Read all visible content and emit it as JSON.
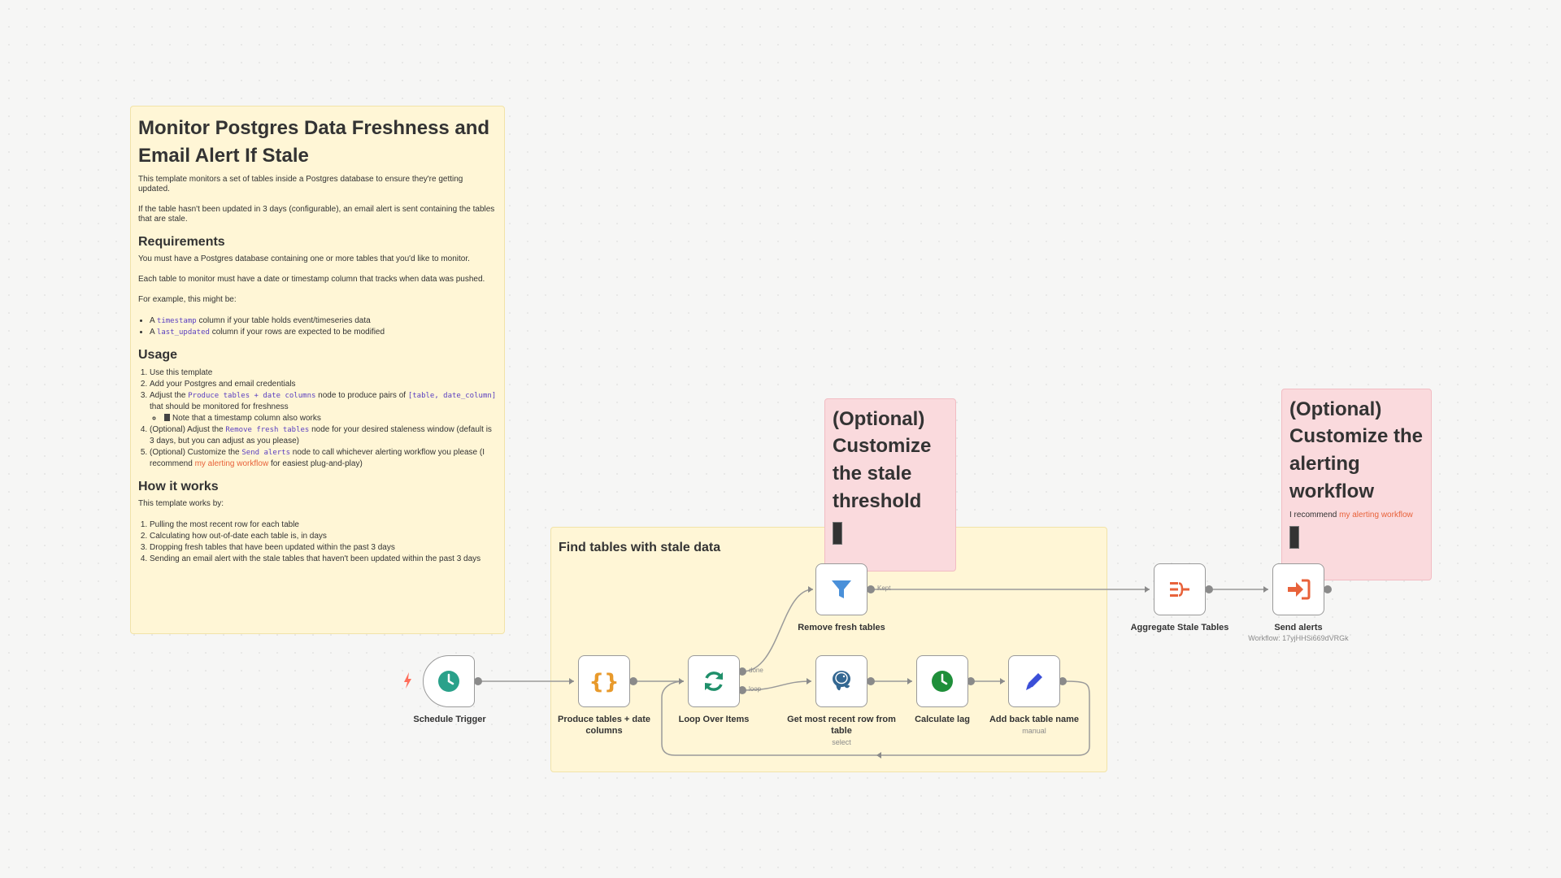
{
  "main_note": {
    "title": "Monitor Postgres Data Freshness and Email Alert If Stale",
    "intro1": "This template monitors a set of tables inside a Postgres database to ensure they're getting updated.",
    "intro2": "If the table hasn't been updated in 3 days (configurable), an email alert is sent containing the tables that are stale.",
    "req_heading": "Requirements",
    "req1": "You must have a Postgres database containing one or more tables that you'd like to monitor.",
    "req2": "Each table to monitor must have a date or timestamp column that tracks when data was pushed.",
    "req3": "For example, this might be:",
    "bullet1_pre": "A ",
    "bullet1_code": "timestamp",
    "bullet1_post": " column if your table holds event/timeseries data",
    "bullet2_pre": "A ",
    "bullet2_code": "last_updated",
    "bullet2_post": " column if your rows are expected to be modified",
    "usage_heading": "Usage",
    "usage1": "Use this template",
    "usage2": "Add your Postgres and email credentials",
    "usage3_pre": "Adjust the ",
    "usage3_code1": "Produce tables + date columns",
    "usage3_mid": " node to produce pairs of ",
    "usage3_code2": "[table, date_column]",
    "usage3_post": " that should be monitored for freshness",
    "usage3_sub": "Note that a timestamp column also works",
    "usage4_pre": "(Optional) Adjust the ",
    "usage4_code": "Remove fresh tables",
    "usage4_post": " node for your desired staleness window (default is 3 days, but you can adjust as you please)",
    "usage5_pre": "(Optional) Customize the ",
    "usage5_code": "Send alerts",
    "usage5_mid": " node to call whichever alerting workflow you please (I recommend ",
    "usage5_link": "my alerting workflow",
    "usage5_post": " for easiest plug-and-play)",
    "how_heading": "How it works",
    "how_intro": "This template works by:",
    "how1": "Pulling the most recent row for each table",
    "how2": "Calculating how out-of-date each table is, in days",
    "how3": "Dropping fresh tables that have been updated within the past 3 days",
    "how4": "Sending an email alert with the stale tables that haven't been updated within the past 3 days"
  },
  "group_note": {
    "title": "Find tables with stale data"
  },
  "opt_note1": {
    "line1": "(Optional)",
    "line2": "Customize the stale threshold"
  },
  "opt_note2": {
    "line1": "(Optional)",
    "line2": "Customize the alerting workflow",
    "small_pre": "I recommend ",
    "small_link": "my alerting workflow"
  },
  "nodes": {
    "schedule": {
      "label": "Schedule Trigger"
    },
    "produce": {
      "label": "Produce tables + date columns"
    },
    "loop": {
      "label": "Loop Over Items",
      "port_done": "done",
      "port_loop": "loop"
    },
    "remove": {
      "label": "Remove fresh tables",
      "port_kept": "Kept"
    },
    "getrow": {
      "label": "Get most recent row from table",
      "sub": "select"
    },
    "lag": {
      "label": "Calculate lag"
    },
    "addback": {
      "label": "Add back table name",
      "sub": "manual"
    },
    "aggregate": {
      "label": "Aggregate Stale Tables"
    },
    "send": {
      "label": "Send alerts",
      "sub": "Workflow: 17yjHHSi669dVRGk"
    }
  },
  "colors": {
    "note_yellow": "#fff6d6",
    "note_pink": "#fadadd",
    "schedule_icon": "#2aa18a",
    "code_icon": "#e89a2c",
    "loop_icon": "#1f8f6a",
    "filter_icon": "#4a90d9",
    "postgres_icon": "#336791",
    "lag_icon": "#1f8f3a",
    "pencil_icon": "#3b4fd8",
    "aggregate_icon": "#e8623a",
    "send_icon": "#e8623a"
  }
}
